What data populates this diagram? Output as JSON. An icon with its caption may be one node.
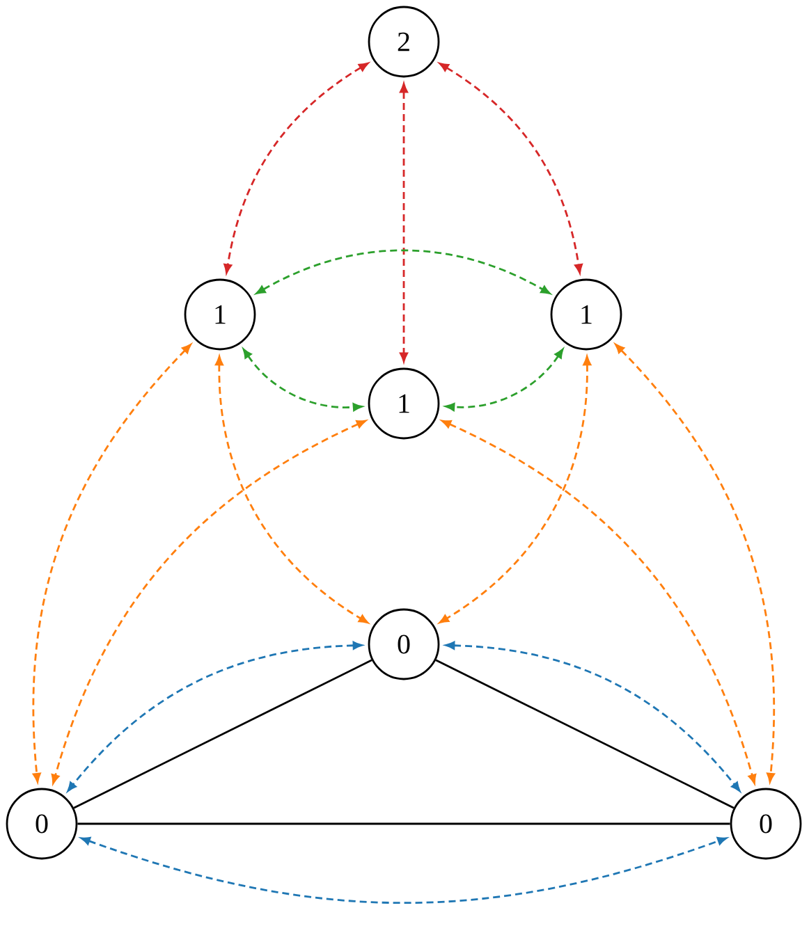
{
  "diagram": {
    "nodes": [
      {
        "text": [
          "2"
        ]
      },
      {
        "text": [
          "1"
        ]
      },
      {
        "text": [
          "1"
        ]
      },
      {
        "text": [
          "1"
        ]
      },
      {
        "text": [
          "0"
        ]
      },
      {
        "text": [
          "0"
        ]
      },
      {
        "text": [
          "0"
        ]
      }
    ],
    "edges": [
      {
        "from": 0,
        "to": 1,
        "arrow": "both",
        "style": "dashed",
        "color": "#d62728"
      },
      {
        "from": 0,
        "to": 2,
        "arrow": "both",
        "style": "dashed",
        "color": "#d62728"
      },
      {
        "from": 0,
        "to": 3,
        "arrow": "both",
        "style": "dashed",
        "color": "#d62728"
      },
      {
        "from": 1,
        "to": 2,
        "arrow": "both",
        "style": "dashed",
        "color": "#2ca02c"
      },
      {
        "from": 1,
        "to": 3,
        "arrow": "both",
        "style": "dashed",
        "color": "#2ca02c"
      },
      {
        "from": 2,
        "to": 3,
        "arrow": "both",
        "style": "dashed",
        "color": "#2ca02c"
      },
      {
        "from": 1,
        "to": 4,
        "arrow": "both",
        "style": "dashed",
        "color": "#ff7f0e"
      },
      {
        "from": 2,
        "to": 4,
        "arrow": "both",
        "style": "dashed",
        "color": "#ff7f0e"
      },
      {
        "from": 1,
        "to": 5,
        "arrow": "both",
        "style": "dashed",
        "color": "#ff7f0e"
      },
      {
        "from": 2,
        "to": 6,
        "arrow": "both",
        "style": "dashed",
        "color": "#ff7f0e"
      },
      {
        "from": 3,
        "to": 5,
        "arrow": "both",
        "style": "dashed",
        "color": "#ff7f0e"
      },
      {
        "from": 3,
        "to": 6,
        "arrow": "both",
        "style": "dashed",
        "color": "#ff7f0e"
      },
      {
        "from": 4,
        "to": 5,
        "arrow": "both",
        "style": "dashed",
        "color": "#1f77b4"
      },
      {
        "from": 4,
        "to": 6,
        "arrow": "both",
        "style": "dashed",
        "color": "#1f77b4"
      },
      {
        "from": 5,
        "to": 6,
        "arrow": "both",
        "style": "dashed",
        "color": "#1f77b4"
      },
      {
        "from": 4,
        "to": 5,
        "arrow": "none",
        "color": "#000000"
      },
      {
        "from": 4,
        "to": 6,
        "arrow": "none",
        "color": "#000000"
      },
      {
        "from": 5,
        "to": 6,
        "arrow": "none",
        "color": "#000000"
      }
    ]
  }
}
